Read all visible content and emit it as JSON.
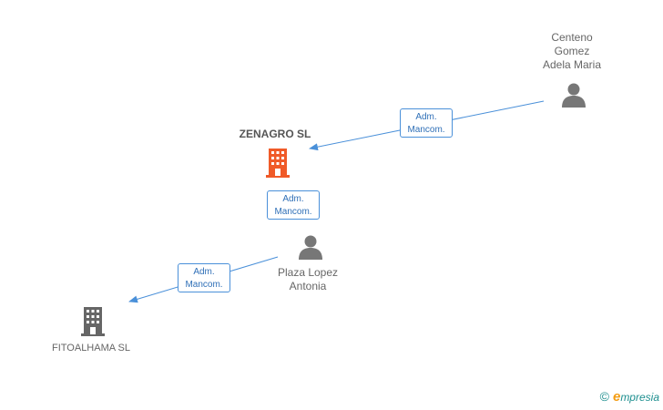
{
  "nodes": {
    "centeno": {
      "label": "Centeno\nGomez\nAdela Maria",
      "kind": "person",
      "icon": "person-icon"
    },
    "zenagro": {
      "label": "ZENAGRO SL",
      "kind": "company",
      "icon": "building-icon",
      "color": "#f05a28"
    },
    "plaza": {
      "label": "Plaza Lopez\nAntonia",
      "kind": "person",
      "icon": "person-icon"
    },
    "fitoalhama": {
      "label": "FITOALHAMA SL",
      "kind": "company",
      "icon": "building-icon",
      "color": "#666666"
    }
  },
  "edges": [
    {
      "from": "centeno",
      "to": "zenagro",
      "label": "Adm.\nMancom."
    },
    {
      "from": "plaza",
      "to": "zenagro",
      "label": "Adm.\nMancom."
    },
    {
      "from": "plaza",
      "to": "fitoalhama",
      "label": "Adm.\nMancom."
    }
  ],
  "brand": {
    "copyright": "©",
    "initial": "e",
    "name": "mpresia"
  },
  "colors": {
    "edge": "#4a90d9",
    "person": "#777777"
  }
}
